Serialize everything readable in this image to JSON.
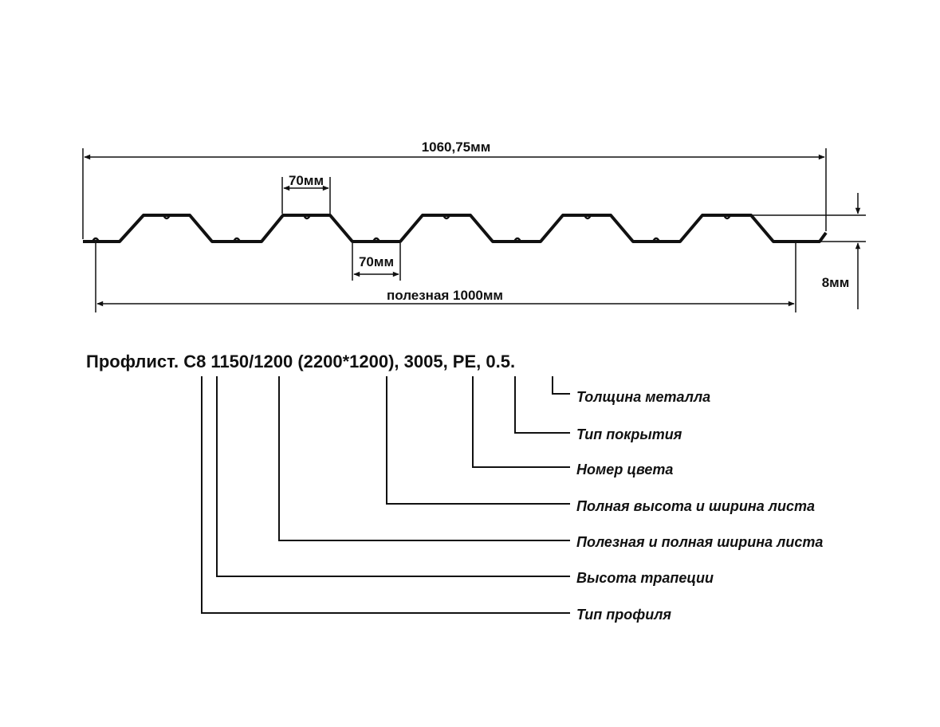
{
  "dimensions": {
    "total_width": "1060,75мм",
    "top_rib_width": "70мм",
    "bottom_width": "70мм",
    "useful_width": "полезная 1000мм",
    "height": "8мм"
  },
  "designation": {
    "text": "Профлист. С8 1150/1200 (2200*1200), 3005, PE, 0.5."
  },
  "legend": [
    "Толщина металла",
    "Тип покрытия",
    "Номер цвета",
    "Полная высота и ширина листа",
    "Полезная и полная ширина листа",
    "Высота трапеции",
    "Тип профиля"
  ],
  "colors": {
    "line": "#111111",
    "background": "#ffffff"
  }
}
